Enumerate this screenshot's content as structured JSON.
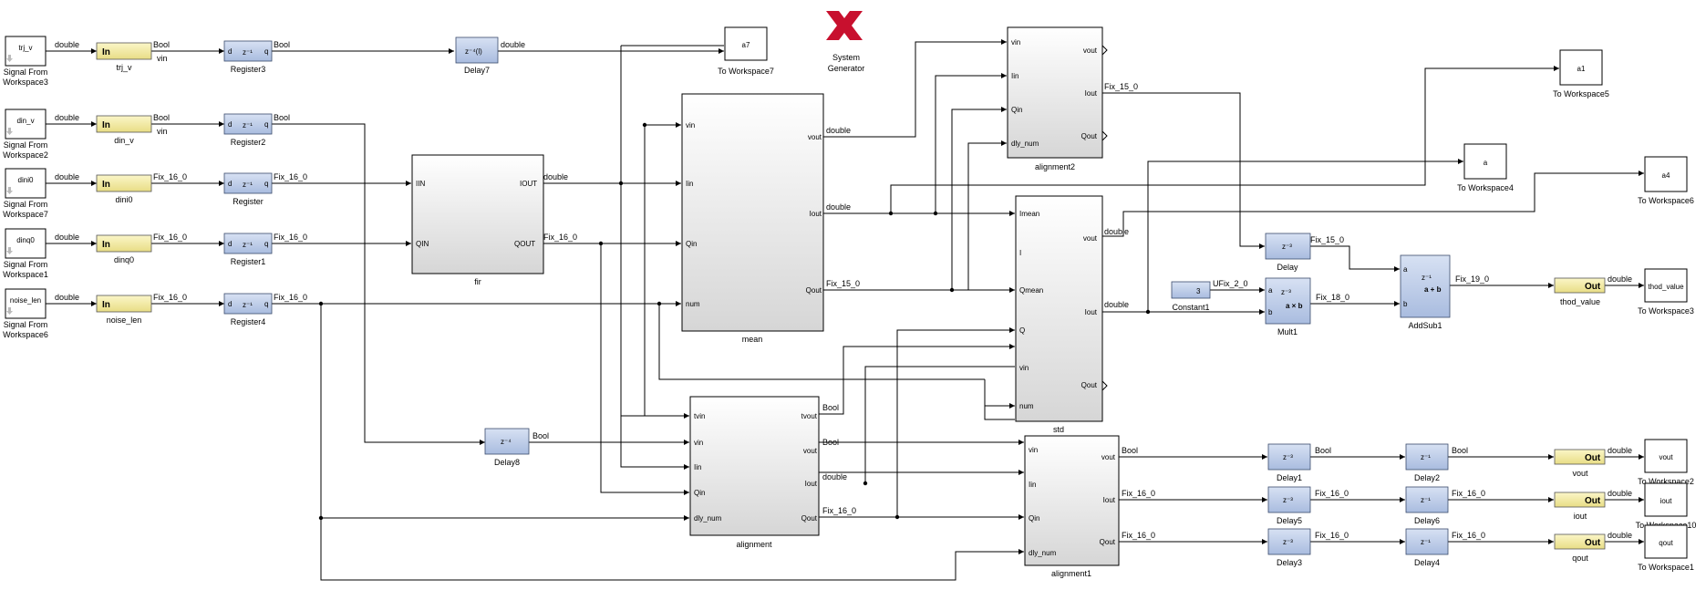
{
  "logo": {
    "line1": "System",
    "line2": "Generator",
    "color": "#c8102e"
  },
  "sources": [
    {
      "id": "trj_v",
      "var": "trj_v",
      "name1": "Signal From",
      "name2": "Workspace3"
    },
    {
      "id": "din_v",
      "var": "din_v",
      "name1": "Signal From",
      "name2": "Workspace2"
    },
    {
      "id": "dini0",
      "var": "dini0",
      "name1": "Signal From",
      "name2": "Workspace7"
    },
    {
      "id": "dinq0",
      "var": "dinq0",
      "name1": "Signal From",
      "name2": "Workspace1"
    },
    {
      "id": "noise_len",
      "var": "noise_len",
      "name1": "Signal From",
      "name2": "Workspace6"
    }
  ],
  "gateways_in": [
    {
      "label": "In",
      "name": "trj_v",
      "out": "Bool",
      "sub": "vin"
    },
    {
      "label": "In",
      "name": "din_v",
      "out": "Bool",
      "sub": "vin"
    },
    {
      "label": "In",
      "name": "dini0",
      "out": "Fix_16_0"
    },
    {
      "label": "In",
      "name": "dinq0",
      "out": "Fix_16_0"
    },
    {
      "label": "In",
      "name": "noise_len",
      "out": "Fix_16_0"
    }
  ],
  "registers": [
    {
      "name": "Register3",
      "out": "Bool"
    },
    {
      "name": "Register2",
      "out": "Bool"
    },
    {
      "name": "Register",
      "out": "Fix_16_0"
    },
    {
      "name": "Register1",
      "out": "Fix_16_0"
    },
    {
      "name": "Register4",
      "out": "Fix_16_0"
    }
  ],
  "reg_ports": {
    "d": "d",
    "q": "q",
    "z": "z⁻¹"
  },
  "double": "double",
  "delay7": {
    "name": "Delay7",
    "glyph": "z⁻⁴(l)",
    "out": "double"
  },
  "to_ws7": {
    "var": "a7",
    "name": "To Workspace7"
  },
  "fir": {
    "name": "fir",
    "in1": "IIN",
    "in2": "QIN",
    "out1": "IOUT",
    "out2": "QOUT",
    "sig1": "double",
    "sig2": "Fix_16_0"
  },
  "mean": {
    "name": "mean",
    "ports_in": [
      "vin",
      "Iin",
      "Qin",
      "num"
    ],
    "ports_out": [
      "vout",
      "Iout",
      "Qout"
    ],
    "sig_vout": "double",
    "sig_iout": "double",
    "sig_qout": "Fix_15_0"
  },
  "alignment2": {
    "name": "alignment2",
    "ports_in": [
      "vin",
      "Iin",
      "Qin",
      "dly_num"
    ],
    "ports_out": [
      "vout",
      "Iout",
      "Qout"
    ],
    "sig_iout": "Fix_15_0"
  },
  "std": {
    "name": "std",
    "ports_in": [
      "Imean",
      "I",
      "Qmean",
      "Q",
      "vin",
      "num"
    ],
    "ports_out": [
      "vout",
      "Iout",
      "Qout"
    ],
    "sig_vout": "double",
    "sig_iout": "double"
  },
  "alignment": {
    "name": "alignment",
    "ports_in": [
      "tvin",
      "vin",
      "Iin",
      "Qin",
      "dly_num"
    ],
    "ports_out": [
      "tvout",
      "vout",
      "Iout",
      "Qout"
    ],
    "sig_tvout": "Bool",
    "sig_vout": "Bool",
    "sig_iout": "double",
    "sig_qout": "Fix_16_0"
  },
  "alignment1": {
    "name": "alignment1",
    "ports_in": [
      "vin",
      "Iin",
      "Qin",
      "dly_num"
    ],
    "ports_out": [
      "vout",
      "Iout",
      "Qout"
    ],
    "sig_vout": "Bool",
    "sig_iout": "Fix_16_0",
    "sig_qout": "Fix_16_0"
  },
  "delay8": {
    "name": "Delay8",
    "glyph": "z⁻⁴",
    "out": "Bool"
  },
  "to_ws5": {
    "var": "a1",
    "name": "To Workspace5"
  },
  "to_ws4": {
    "var": "a",
    "name": "To Workspace4"
  },
  "to_ws6": {
    "var": "a4",
    "name": "To Workspace6"
  },
  "delay": {
    "name": "Delay",
    "glyph": "z⁻³",
    "out": "Fix_15_0"
  },
  "constant1": {
    "name": "Constant1",
    "value": "3",
    "out": "UFix_2_0"
  },
  "mult1": {
    "name": "Mult1",
    "glyph": "z⁻³",
    "op": "a × b",
    "a": "a",
    "b": "b",
    "out": "Fix_18_0"
  },
  "addsub1": {
    "name": "AddSub1",
    "glyph": "z⁻¹",
    "op": "a + b",
    "a": "a",
    "b": "b",
    "out": "Fix_19_0"
  },
  "out_thod": {
    "label": "Out",
    "name": "thod_value",
    "out": "double"
  },
  "to_ws3": {
    "var": "thod_value",
    "name": "To Workspace3"
  },
  "delay1": {
    "name": "Delay1",
    "glyph": "z⁻³",
    "out": "Bool"
  },
  "delay2": {
    "name": "Delay2",
    "glyph": "z⁻¹",
    "out": "Bool"
  },
  "delay5": {
    "name": "Delay5",
    "glyph": "z⁻³",
    "out": "Fix_16_0"
  },
  "delay6": {
    "name": "Delay6",
    "glyph": "z⁻¹",
    "out": "Fix_16_0"
  },
  "delay3": {
    "name": "Delay3",
    "glyph": "z⁻³",
    "out": "Fix_16_0"
  },
  "delay4": {
    "name": "Delay4",
    "glyph": "z⁻¹",
    "out": "Fix_16_0"
  },
  "out_vout": {
    "label": "Out",
    "name": "vout",
    "out": "double"
  },
  "out_iout": {
    "label": "Out",
    "name": "iout",
    "out": "double"
  },
  "out_qout": {
    "label": "Out",
    "name": "qout",
    "out": "double"
  },
  "to_ws2": {
    "var": "vout",
    "name": "To Workspace2"
  },
  "to_ws10": {
    "var": "iout",
    "name": "To Workspace10"
  },
  "to_ws1": {
    "var": "qout",
    "name": "To Workspace1"
  }
}
